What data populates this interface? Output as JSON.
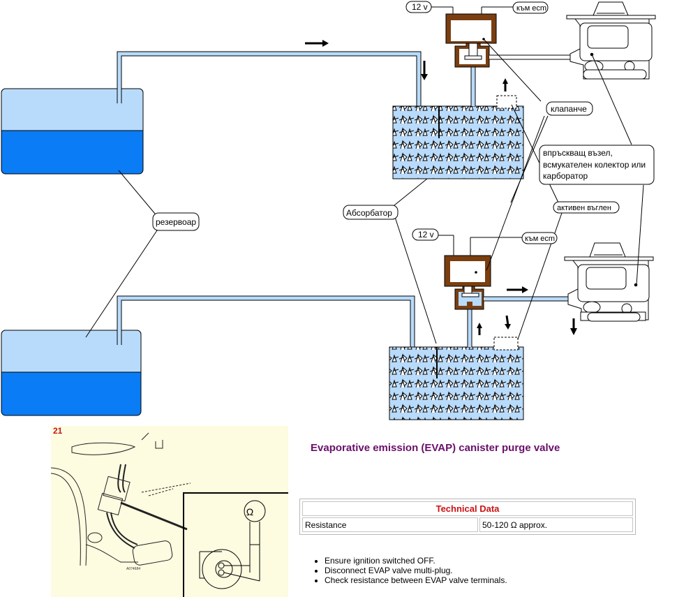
{
  "diagram": {
    "labels": {
      "volt_top": "12 v",
      "ecm_top": "към ecm",
      "valve": "клапанче",
      "intake_line1": "впръскващ възел,",
      "intake_line2": "всмукателен колектор или",
      "intake_line3": "карборатор",
      "charcoal": "активен въглен",
      "absorber": "Абсорбатор",
      "tank": "резервоар",
      "volt_bottom": "12 v",
      "ecm_bottom": "към ecm"
    },
    "colors": {
      "vapor": "#b9dbfb",
      "fuel": "#0a7cf5",
      "valve_body": "#7a3e10",
      "outline": "#000000"
    }
  },
  "photo": {
    "figure_number": "21",
    "figure_code": "A074684",
    "meter_symbol": "Ω"
  },
  "document": {
    "title": "Evaporative emission (EVAP) canister purge valve",
    "technical_data": {
      "header": "Technical Data",
      "rows": [
        {
          "label": "Resistance",
          "value": "50-120 Ω approx."
        }
      ]
    },
    "steps": [
      "Ensure ignition switched OFF.",
      "Disconnect EVAP valve multi-plug.",
      "Check resistance between EVAP valve terminals."
    ]
  }
}
